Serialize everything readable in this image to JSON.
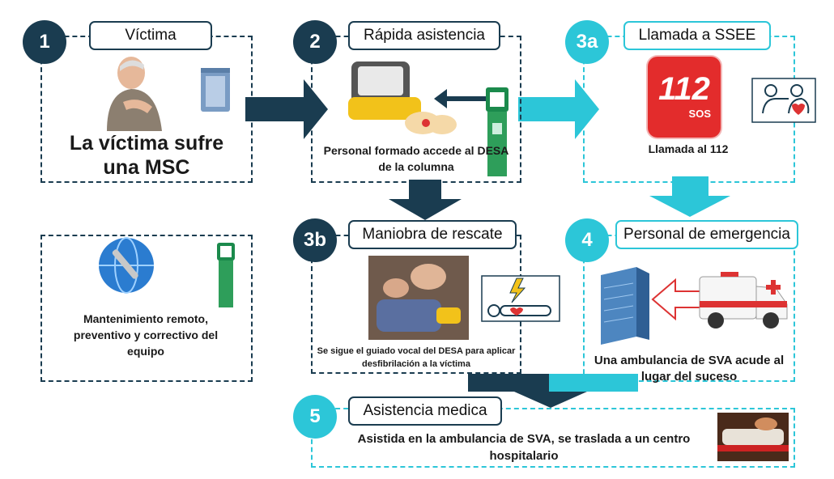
{
  "steps": {
    "s1": {
      "number": "1",
      "title": "Víctima",
      "text": "La víctima sufre una MSC"
    },
    "s2": {
      "number": "2",
      "title": "Rápida asistencia",
      "text": "Personal formado accede al DESA de la columna"
    },
    "s3a": {
      "number": "3a",
      "title": "Llamada a SSEE",
      "text": "Llamada al 112",
      "sign_number": "112",
      "sign_sub": "SOS"
    },
    "s3b": {
      "number": "3b",
      "title": "Maniobra de rescate",
      "text": "Se sigue el guiado vocal del DESA para aplicar desfibrilación a la víctima"
    },
    "s4": {
      "number": "4",
      "title": "Personal de emergencia",
      "text": "Una ambulancia de SVA acude al lugar del suceso"
    },
    "s5": {
      "number": "5",
      "title": "Asistencia medica",
      "text": "Asistida en la ambulancia de SVA, se traslada a un centro hospitalario"
    }
  },
  "maintenance": {
    "text": "Mantenimiento remoto, preventivo y correctivo del equipo"
  },
  "colors": {
    "dark": "#1a3c50",
    "cyan": "#2cc6d8"
  }
}
